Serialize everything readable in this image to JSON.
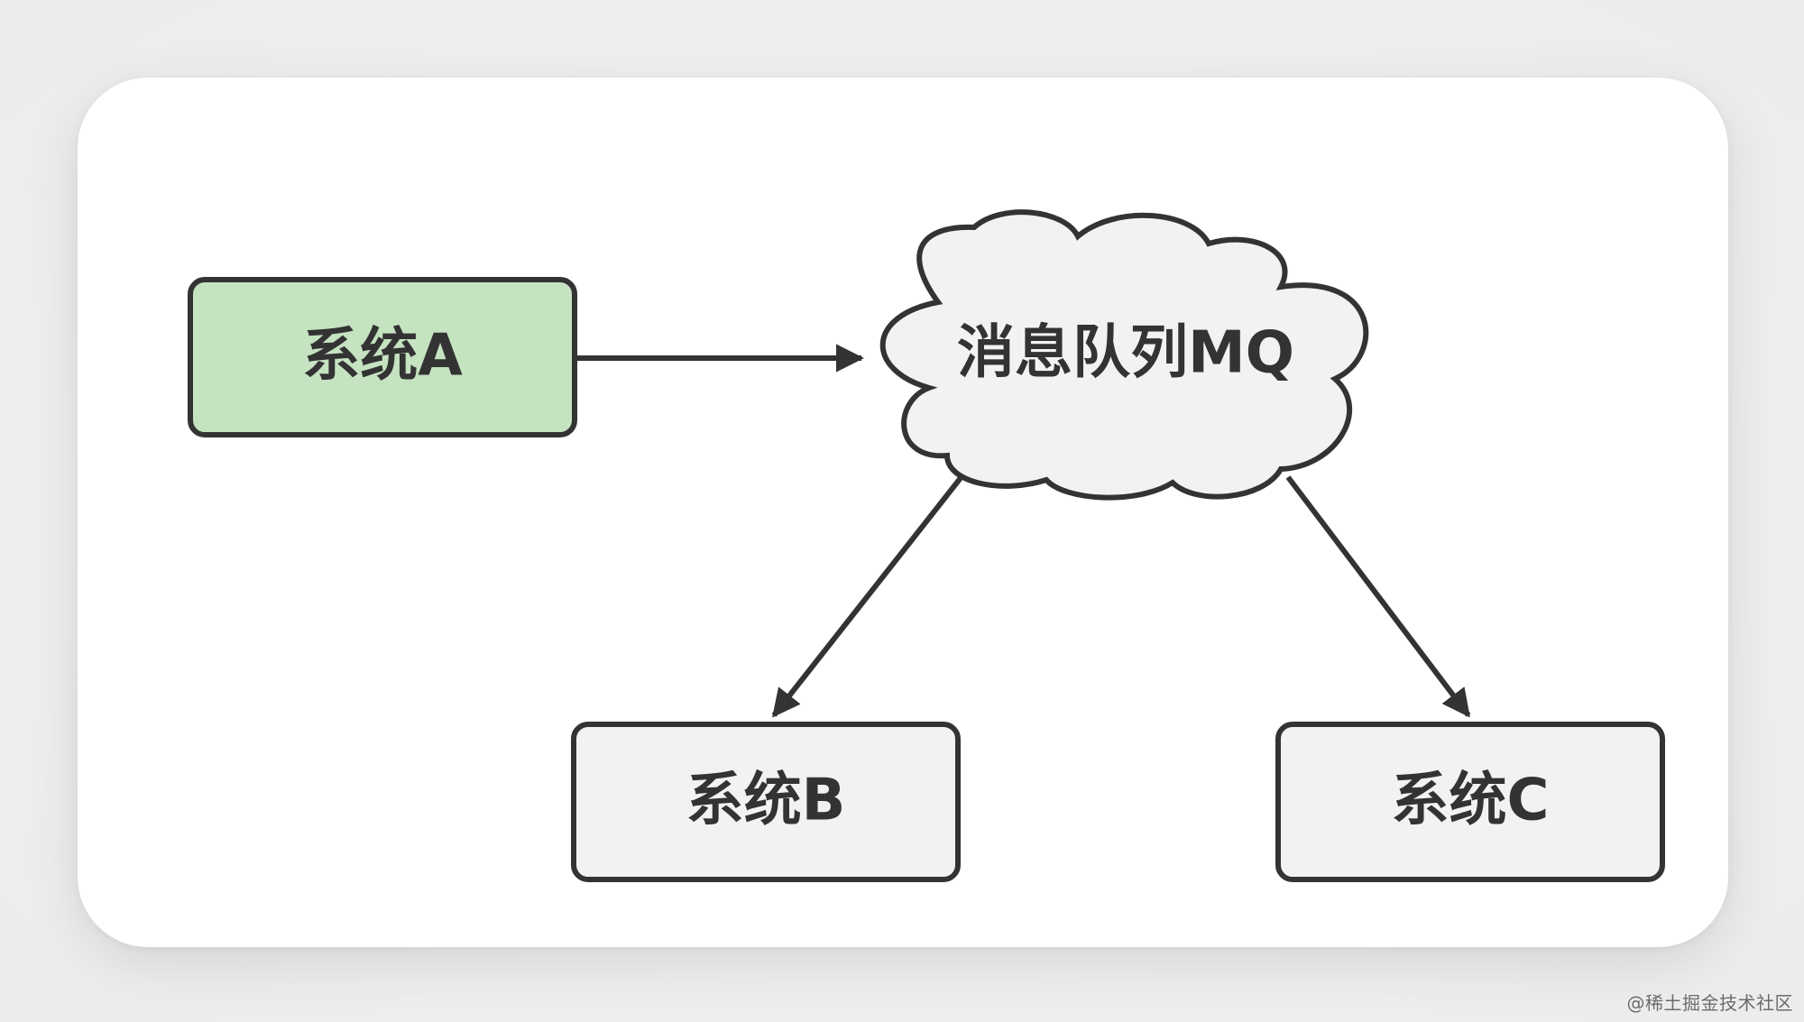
{
  "diagram": {
    "nodes": [
      {
        "id": "system-a",
        "label": "系统A",
        "shape": "rounded-rectangle",
        "fill": "#c5e2c1"
      },
      {
        "id": "mq",
        "label": "消息队列MQ",
        "shape": "cloud",
        "fill": "#f2f2f2"
      },
      {
        "id": "system-b",
        "label": "系统B",
        "shape": "rounded-rectangle",
        "fill": "#f2f2f2"
      },
      {
        "id": "system-c",
        "label": "系统C",
        "shape": "rounded-rectangle",
        "fill": "#f2f2f2"
      }
    ],
    "edges": [
      {
        "from": "system-a",
        "to": "mq"
      },
      {
        "from": "mq",
        "to": "system-b"
      },
      {
        "from": "mq",
        "to": "system-c"
      }
    ],
    "stroke_color": "#333333"
  },
  "watermark": "@稀土掘金技术社区"
}
